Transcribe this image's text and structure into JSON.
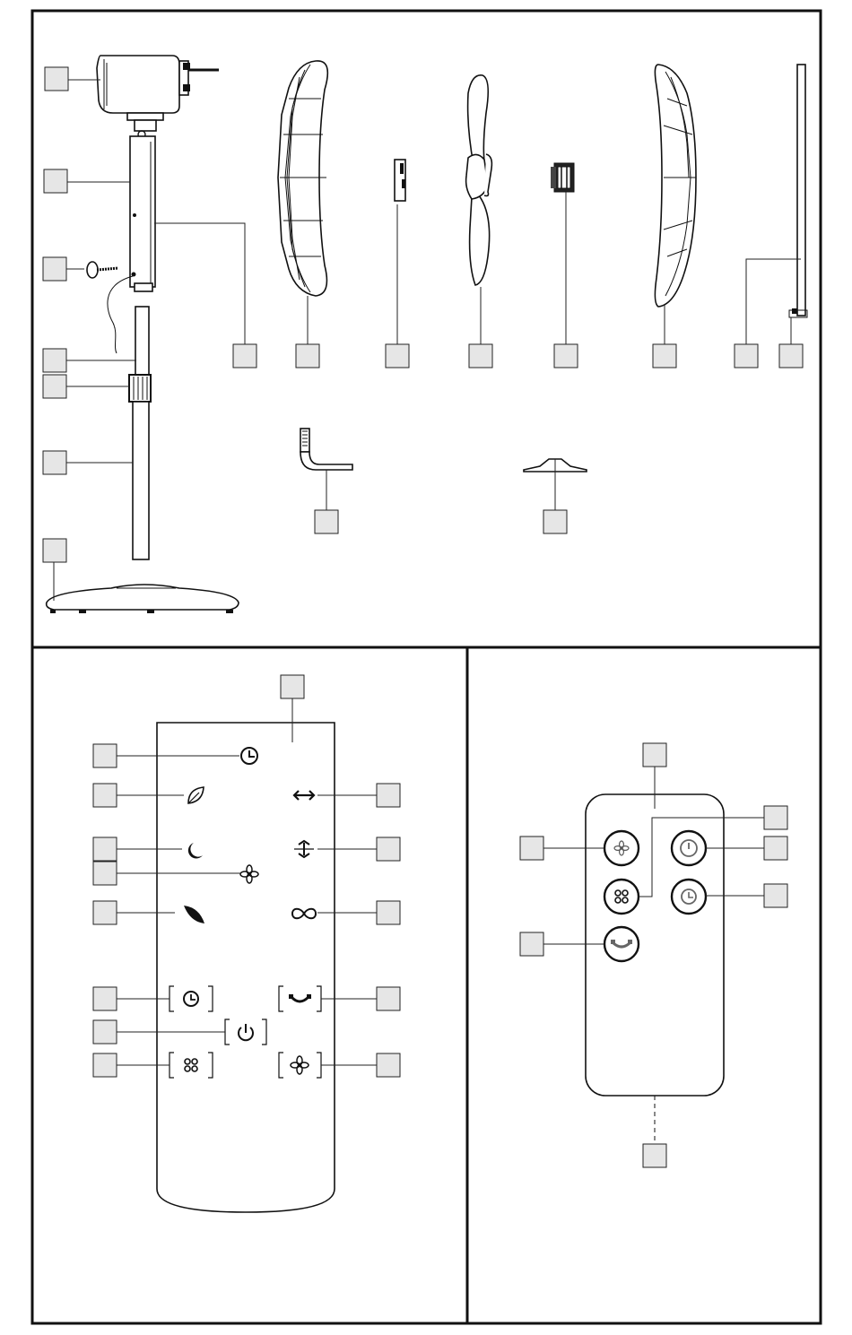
{
  "figure": {
    "panels": [
      "parts-overview",
      "remote-control",
      "control-panel"
    ],
    "callout_box_fill": "#e6e6e6",
    "line_color": "#111111"
  },
  "remote_control": {
    "icons": [
      "timer-icon",
      "eco-leaf-icon",
      "horizontal-oscillation-icon",
      "night-mode-icon",
      "vertical-oscillation-icon",
      "fan-speed-icon",
      "natural-wind-icon",
      "infinity-icon",
      "timer-button-icon",
      "oscillation-button-icon",
      "power-button-icon",
      "mode-button-icon",
      "speed-button-icon"
    ]
  },
  "control_panel": {
    "buttons": [
      "speed-button",
      "power-button",
      "mode-button",
      "timer-button",
      "oscillation-button"
    ]
  }
}
